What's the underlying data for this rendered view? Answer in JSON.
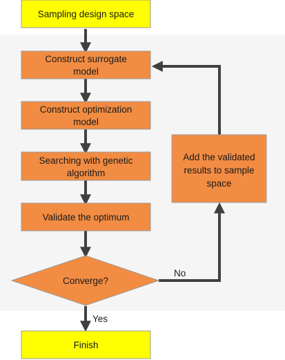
{
  "colors": {
    "background": "#ffffff",
    "panel": "#f5f5f5",
    "terminal_fill": "#ffff00",
    "process_fill": "#f28c42",
    "box_stroke": "#9a9a9a",
    "arrow": "#404040",
    "text": "#1a1a1a"
  },
  "nodes": {
    "sampling": {
      "line1": "Sampling design space"
    },
    "surrogate": {
      "line1": "Construct surrogate",
      "line2": "model"
    },
    "optimization": {
      "line1": "Construct optimization",
      "line2": "model"
    },
    "genetic": {
      "line1": "Searching with genetic",
      "line2": "algorithm"
    },
    "validate": {
      "line1": "Validate the optimum"
    },
    "converge": {
      "line1": "Converge?"
    },
    "add_results": {
      "line1": "Add the validated",
      "line2": "results to sample",
      "line3": "space"
    },
    "finish": {
      "line1": "Finish"
    }
  },
  "edges": {
    "no_label": "No",
    "yes_label": "Yes"
  }
}
